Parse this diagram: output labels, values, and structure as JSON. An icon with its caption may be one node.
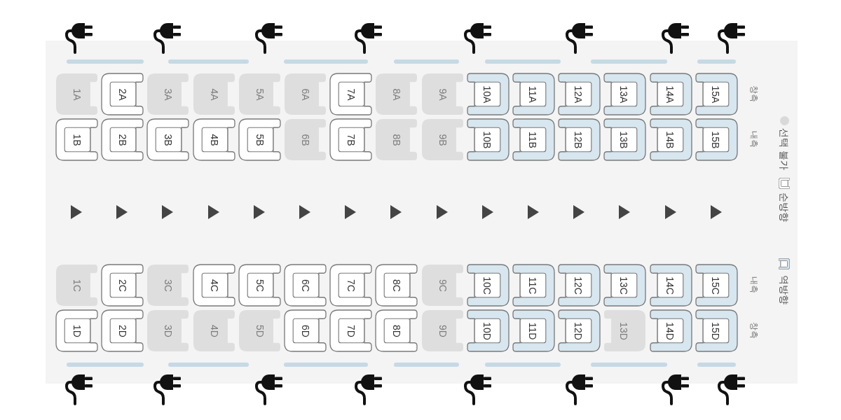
{
  "diagram": {
    "nodes": [
      {
        "text": [
          "1A"
        ]
      },
      {
        "text": [
          "2A"
        ]
      },
      {
        "text": [
          "3A"
        ]
      },
      {
        "text": [
          "4A"
        ]
      },
      {
        "text": [
          "5A"
        ]
      },
      {
        "text": [
          "6A"
        ]
      },
      {
        "text": [
          "7A"
        ]
      },
      {
        "text": [
          "8A"
        ]
      },
      {
        "text": [
          "9A"
        ]
      },
      {
        "text": [
          "10A"
        ]
      },
      {
        "text": [
          "11A"
        ]
      },
      {
        "text": [
          "12A"
        ]
      },
      {
        "text": [
          "13A"
        ]
      },
      {
        "text": [
          "14A"
        ]
      },
      {
        "text": [
          "15A"
        ]
      },
      {
        "text": [
          "1B"
        ]
      },
      {
        "text": [
          "2B"
        ]
      },
      {
        "text": [
          "3B"
        ]
      },
      {
        "text": [
          "4B"
        ]
      },
      {
        "text": [
          "5B"
        ]
      },
      {
        "text": [
          "6B"
        ]
      },
      {
        "text": [
          "7B"
        ]
      },
      {
        "text": [
          "8B"
        ]
      },
      {
        "text": [
          "9B"
        ]
      },
      {
        "text": [
          "10B"
        ]
      },
      {
        "text": [
          "11B"
        ]
      },
      {
        "text": [
          "12B"
        ]
      },
      {
        "text": [
          "13B"
        ]
      },
      {
        "text": [
          "14B"
        ]
      },
      {
        "text": [
          "15B"
        ]
      },
      {
        "text": [
          "1C"
        ]
      },
      {
        "text": [
          "2C"
        ]
      },
      {
        "text": [
          "3C"
        ]
      },
      {
        "text": [
          "4C"
        ]
      },
      {
        "text": [
          "5C"
        ]
      },
      {
        "text": [
          "6C"
        ]
      },
      {
        "text": [
          "7C"
        ]
      },
      {
        "text": [
          "8C"
        ]
      },
      {
        "text": [
          "9C"
        ]
      },
      {
        "text": [
          "10C"
        ]
      },
      {
        "text": [
          "11C"
        ]
      },
      {
        "text": [
          "12C"
        ]
      },
      {
        "text": [
          "13C"
        ]
      },
      {
        "text": [
          "14C"
        ]
      },
      {
        "text": [
          "15C"
        ]
      },
      {
        "text": [
          "1D"
        ]
      },
      {
        "text": [
          "2D"
        ]
      },
      {
        "text": [
          "3D"
        ]
      },
      {
        "text": [
          "4D"
        ]
      },
      {
        "text": [
          "5D"
        ]
      },
      {
        "text": [
          "6D"
        ]
      },
      {
        "text": [
          "7D"
        ]
      },
      {
        "text": [
          "8D"
        ]
      },
      {
        "text": [
          "9D"
        ]
      },
      {
        "text": [
          "10D"
        ]
      },
      {
        "text": [
          "11D"
        ]
      },
      {
        "text": [
          "12D"
        ]
      },
      {
        "text": [
          "13D"
        ]
      },
      {
        "text": [
          "14D"
        ]
      },
      {
        "text": [
          "15D"
        ]
      }
    ],
    "labels": [
      "창측",
      "내측",
      "내측",
      "창측"
    ],
    "legend": [
      {
        "text": "선택 불가",
        "color": "#d9d9d9"
      },
      {
        "text": "순방향"
      },
      {
        "text": "역방향"
      }
    ]
  }
}
